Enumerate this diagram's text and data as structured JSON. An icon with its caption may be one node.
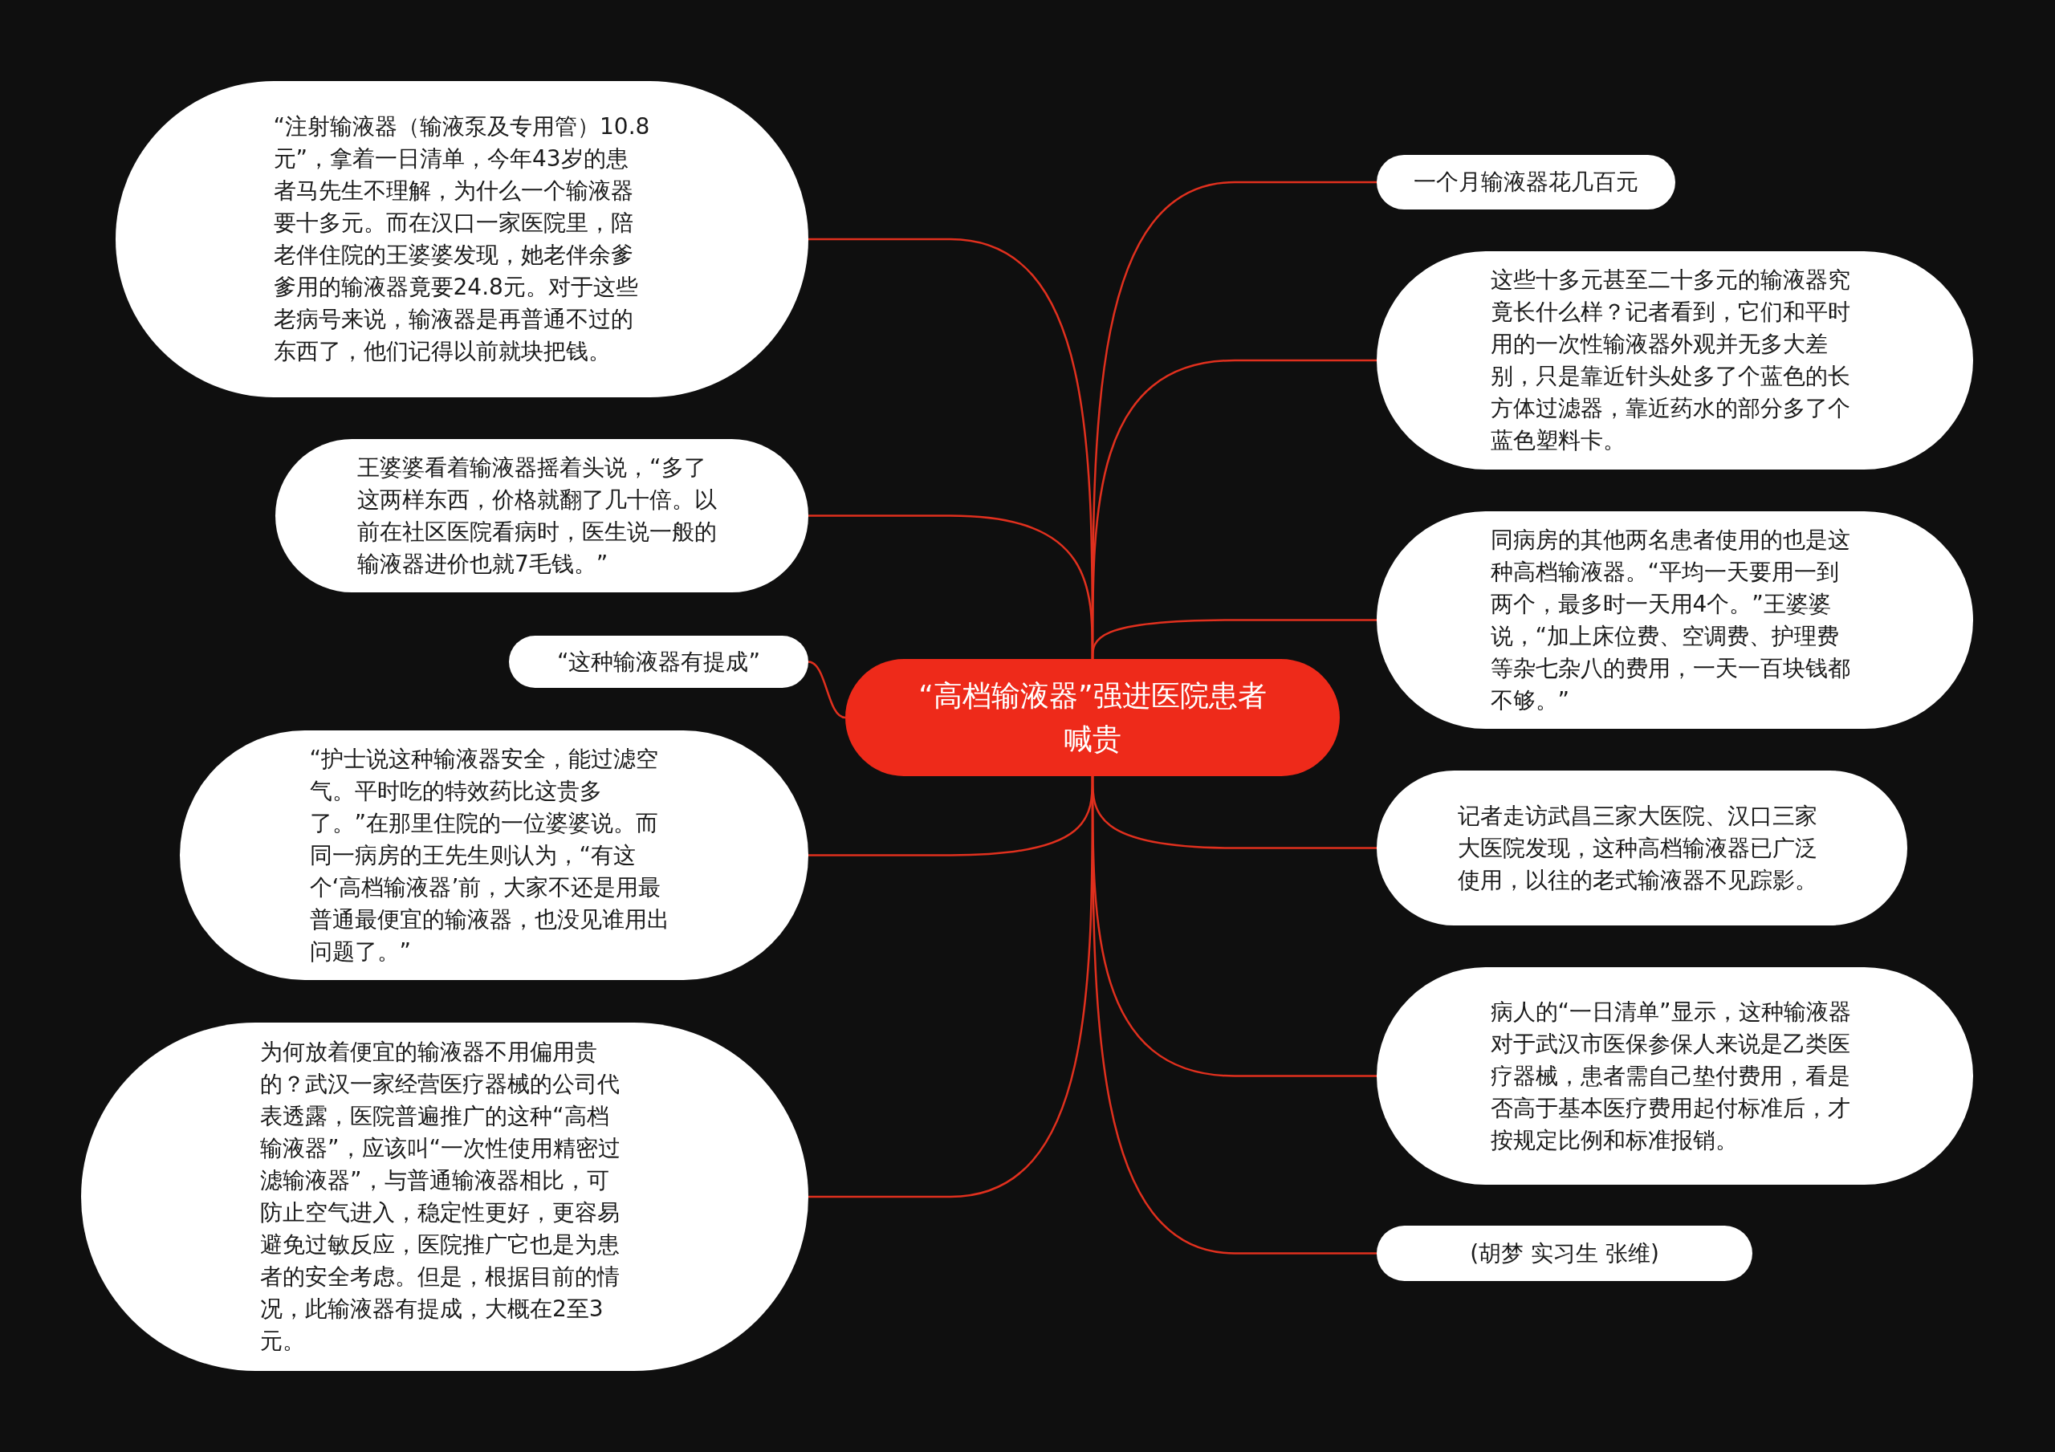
{
  "diagram": {
    "nodes": [
      {
        "text": [
          "“高档输液器”强进医院患者喊贵"
        ]
      },
      {
        "text": [
          "“注射输液器（输液泵及专用管）10.8元”，拿着一日清单，今年43岁的患者马先生不理解，为什么一个输液器要十多元。而在汉口一家医院里，陪老伴住院的王婆婆发现，她老伴余爹爹用的输液器竟要24.8元。对于这些老病号来说，输液器是再普通不过的东西了，他们记得以前就块把钱。"
        ]
      },
      {
        "text": [
          "王婆婆看着输液器摇着头说，“多了这两样东西，价格就翻了几十倍。以前在社区医院看病时，医生说一般的输液器进价也就7毛钱。”"
        ]
      },
      {
        "text": [
          "“这种输液器有提成”"
        ]
      },
      {
        "text": [
          "“护士说这种输液器安全，能过滤空气。平时吃的特效药比这贵多了。”在那里住院的一位婆婆说。而同一病房的王先生则认为，“有这个‘高档输液器’前，大家不还是用最普通最便宜的输液器，也没见谁用出问题了。”"
        ]
      },
      {
        "text": [
          "为何放着便宜的输液器不用偏用贵的？武汉一家经营医疗器械的公司代表透露，医院普遍推广的这种“高档输液器”，应该叫“一次性使用精密过滤输液器”，与普通输液器相比，可防止空气进入，稳定性更好，更容易避免过敏反应，医院推广它也是为患者的安全考虑。但是，根据目前的情况，此输液器有提成，大概在2至3元。"
        ]
      },
      {
        "text": [
          "一个月输液器花几百元"
        ]
      },
      {
        "text": [
          "这些十多元甚至二十多元的输液器究竟长什么样？记者看到，它们和平时用的一次性输液器外观并无多大差别，只是靠近针头处多了个蓝色的长方体过滤器，靠近药水的部分多了个蓝色塑料卡。"
        ]
      },
      {
        "text": [
          "同病房的其他两名患者使用的也是这种高档输液器。“平均一天要用一到两个，最多时一天用4个。”王婆婆说，“加上床位费、空调费、护理费等杂七杂八的费用，一天一百块钱都不够。”"
        ]
      },
      {
        "text": [
          "记者走访武昌三家大医院、汉口三家大医院发现，这种高档输液器已广泛使用，以往的老式输液器不见踪影。"
        ]
      },
      {
        "text": [
          "病人的“一日清单”显示，这种输液器对于武汉市医保参保人来说是乙类医疗器械，患者需自己垫付费用，看是否高于基本医疗费用起付标准后，才按规定比例和标准报销。"
        ]
      },
      {
        "text": [
          "(胡梦 实习生 张维)"
        ]
      }
    ],
    "edges": [
      {
        "from": 0,
        "to": 1,
        "arrow": "none"
      },
      {
        "from": 0,
        "to": 2,
        "arrow": "none"
      },
      {
        "from": 0,
        "to": 3,
        "arrow": "none"
      },
      {
        "from": 0,
        "to": 4,
        "arrow": "none"
      },
      {
        "from": 0,
        "to": 5,
        "arrow": "none"
      },
      {
        "from": 0,
        "to": 6,
        "arrow": "none"
      },
      {
        "from": 0,
        "to": 7,
        "arrow": "none"
      },
      {
        "from": 0,
        "to": 8,
        "arrow": "none"
      },
      {
        "from": 0,
        "to": 9,
        "arrow": "none"
      },
      {
        "from": 0,
        "to": 10,
        "arrow": "none"
      },
      {
        "from": 0,
        "to": 11,
        "arrow": "none"
      }
    ]
  }
}
